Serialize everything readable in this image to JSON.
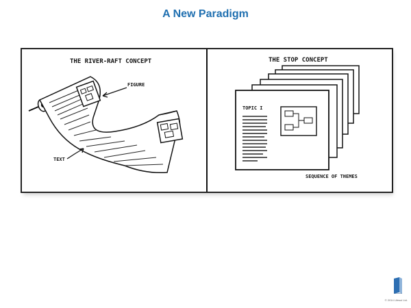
{
  "slide": {
    "title": "A New Paradigm"
  },
  "left_panel": {
    "heading": "THE RIVER-RAFT CONCEPT",
    "figure_label": "FIGURE",
    "text_label": "TEXT"
  },
  "right_panel": {
    "heading": "THE STOP CONCEPT",
    "topic_label": "TOPIC I",
    "caption": "SEQUENCE OF THEMES"
  },
  "footer": {
    "copyright": "© 2014 Lifesci Ltd.",
    "logo_icon": "book-logo-icon",
    "logo_color": "#2d6fb3"
  },
  "colors": {
    "title": "#1f6fb0",
    "line": "#111111"
  }
}
